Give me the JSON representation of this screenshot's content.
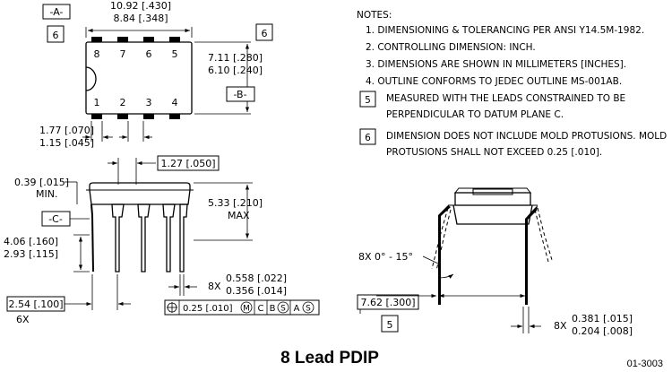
{
  "title": "8 Lead PDIP",
  "drawing_number": "01-3003",
  "datums": {
    "a": "-A-",
    "b": "-B-",
    "c": "-C-"
  },
  "note_ref": {
    "six": "6",
    "five": "5"
  },
  "pin_numbers_top": [
    "8",
    "7",
    "6",
    "5"
  ],
  "pin_numbers_bottom": [
    "1",
    "2",
    "3",
    "4"
  ],
  "dimensions": {
    "body_length_max": "10.92 [.430]",
    "body_length_min": "8.84 [.348]",
    "body_width_max": "7.11 [.280]",
    "body_width_min": "6.10 [.240]",
    "lead_width_top_max": "1.77 [.070]",
    "lead_width_top_min": "1.15 [.045]",
    "lead_step": "1.27 [.050]",
    "standoff_value": "0.39 [.015]",
    "standoff_qual": "MIN.",
    "height_value": "5.33 [.210]",
    "height_qual": "MAX",
    "lead_length_max": "4.06 [.160]",
    "lead_length_min": "2.93 [.115]",
    "pitch": "2.54 [.100]",
    "pitch_count": "6X",
    "lead_width_count": "8X",
    "lead_width_max": "0.558 [.022]",
    "lead_width_min": "0.356 [.014]",
    "fcf_tolerance": "0.25 [.010]",
    "fcf_c": "C",
    "fcf_b": "B",
    "fcf_a": "A",
    "fcf_m": "M",
    "fcf_s": "S",
    "angle": "8X 0° - 15°",
    "row_spacing": "7.62 [.300]",
    "thickness_count": "8X",
    "thickness_max": "0.381 [.015]",
    "thickness_min": "0.204 [.008]"
  },
  "notes": {
    "heading": "NOTES:",
    "n1": "1.  DIMENSIONING & TOLERANCING PER ANSI Y14.5M-1982.",
    "n2": "2.  CONTROLLING DIMENSION: INCH.",
    "n3": "3.  DIMENSIONS ARE SHOWN IN MILLIMETERS [INCHES].",
    "n4": "4.  OUTLINE CONFORMS TO JEDEC OUTLINE MS-001AB.",
    "n5_num": "5",
    "n5_line1": "MEASURED WITH THE LEADS CONSTRAINED TO BE",
    "n5_line2": "PERPENDICULAR TO DATUM PLANE C.",
    "n6_num": "6",
    "n6_line1": "DIMENSION DOES NOT INCLUDE MOLD PROTUSIONS. MOLD",
    "n6_line2": "PROTUSIONS SHALL NOT EXCEED 0.25 [.010]."
  }
}
